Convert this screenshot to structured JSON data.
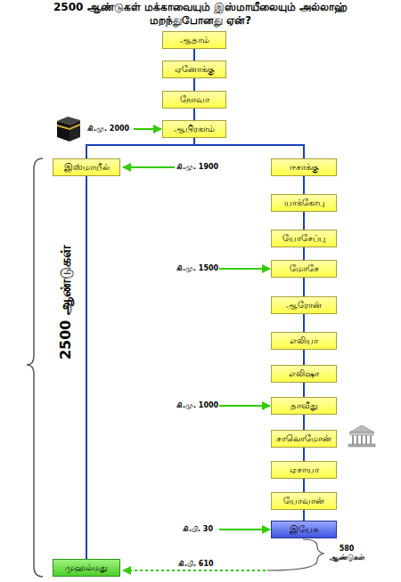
{
  "diagram": {
    "title": "2500 ஆண்டுகள் மக்காவையும் இஸ்மாயீலையும் அல்லாஹ் மறந்துபோனது ஏன்?",
    "nodes": [
      {
        "text": [
          "ஆதாம்"
        ]
      },
      {
        "text": [
          "ஏனோக்கு"
        ]
      },
      {
        "text": [
          "நோவா"
        ]
      },
      {
        "text": [
          "ஆபிரகாம்"
        ]
      },
      {
        "text": [
          "இஸ்மாயீல்"
        ]
      },
      {
        "text": [
          "ஈசாக்கு"
        ]
      },
      {
        "text": [
          "யாக்கோபு"
        ]
      },
      {
        "text": [
          "யோசேப்பு"
        ]
      },
      {
        "text": [
          "மோசே"
        ]
      },
      {
        "text": [
          "ஆரோன்"
        ]
      },
      {
        "text": [
          "எலியா"
        ]
      },
      {
        "text": [
          "எலிஷா"
        ]
      },
      {
        "text": [
          "தாவீது"
        ]
      },
      {
        "text": [
          "சாலொமோன்"
        ]
      },
      {
        "text": [
          "ஏசாயா"
        ]
      },
      {
        "text": [
          "யோவான்"
        ]
      },
      {
        "text": [
          "இயேசு"
        ]
      },
      {
        "text": [
          "முஹம்மது"
        ]
      }
    ],
    "edges": [
      {
        "from": 0,
        "to": 1,
        "arrow": "none"
      },
      {
        "from": 1,
        "to": 2,
        "arrow": "none"
      },
      {
        "from": 2,
        "to": 3,
        "arrow": "none"
      },
      {
        "from": 3,
        "to": 4,
        "arrow": "none"
      },
      {
        "from": 3,
        "to": 5,
        "arrow": "none"
      },
      {
        "from": 4,
        "to": 17,
        "arrow": "none"
      },
      {
        "from": 5,
        "to": 6,
        "arrow": "none"
      },
      {
        "from": 6,
        "to": 7,
        "arrow": "none"
      },
      {
        "from": 7,
        "to": 8,
        "arrow": "none"
      },
      {
        "from": 8,
        "to": 9,
        "arrow": "none"
      },
      {
        "from": 9,
        "to": 10,
        "arrow": "none"
      },
      {
        "from": 10,
        "to": 11,
        "arrow": "none"
      },
      {
        "from": 11,
        "to": 12,
        "arrow": "none"
      },
      {
        "from": 12,
        "to": 13,
        "arrow": "none"
      },
      {
        "from": 13,
        "to": 14,
        "arrow": "none"
      },
      {
        "from": 14,
        "to": 15,
        "arrow": "none"
      },
      {
        "from": 15,
        "to": 16,
        "arrow": "none"
      }
    ],
    "labels": [
      "கி.மு. 2000",
      "கி.மு. 1900",
      "கி.மு. 1500",
      "கி.மு. 1000",
      "கி.பி. 30",
      "கி.பி. 610",
      "2500 ஆண்டுகள்",
      "580 ஆண்டுகள்"
    ]
  }
}
